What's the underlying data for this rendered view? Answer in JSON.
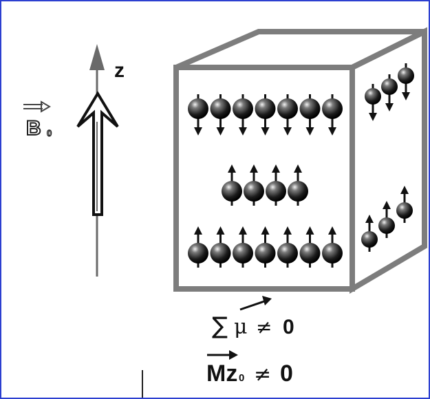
{
  "axis": {
    "label": "z"
  },
  "field": {
    "symbol": "B",
    "subscript": "0"
  },
  "equations": {
    "sum_moments": {
      "prefix": "∑",
      "symbol": "μ",
      "relation": "≠",
      "value": "0"
    },
    "magnetization": {
      "symbol": "Mz",
      "subscript": "0",
      "relation": "≠",
      "value": "0"
    }
  },
  "colors": {
    "frame_border": "#2b3fd0",
    "box_edge": "#7d7d7d",
    "sphere": "#1a1a1a",
    "arrow": "#111111"
  }
}
